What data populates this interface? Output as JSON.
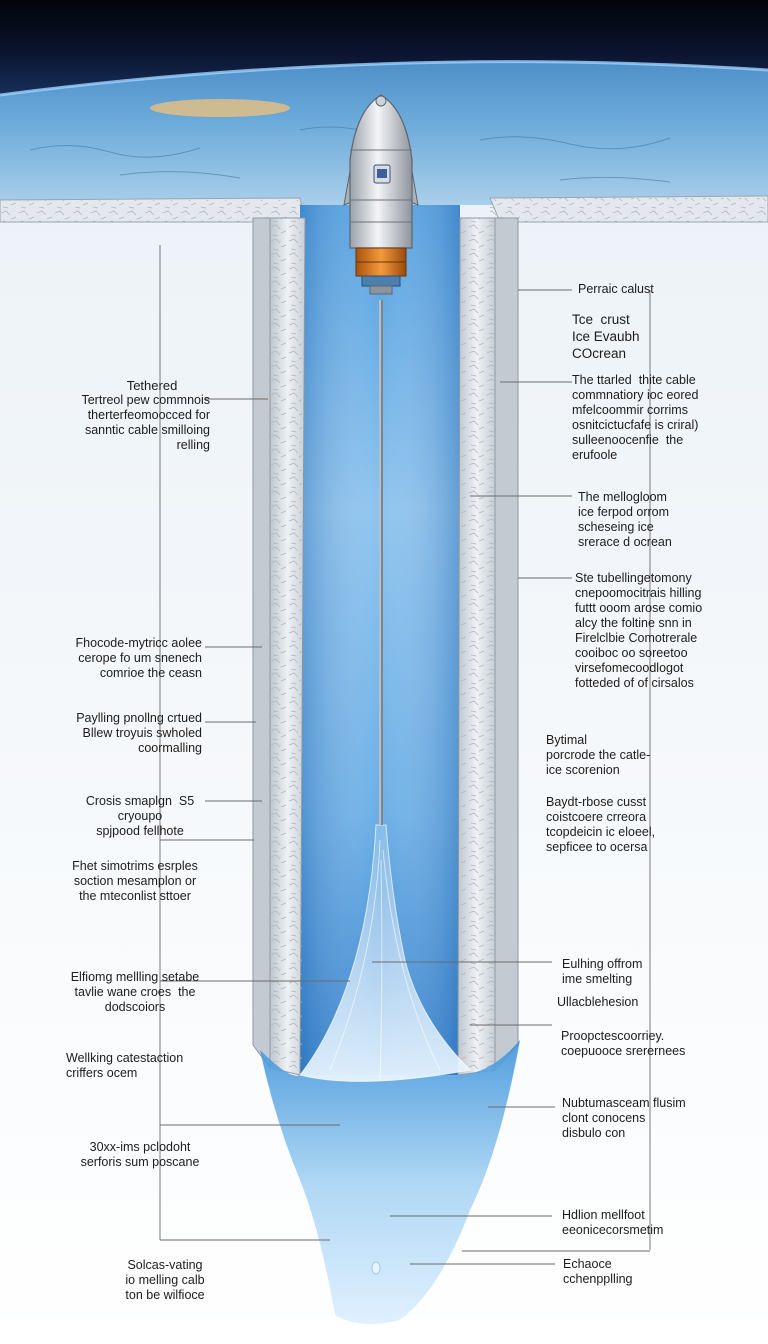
{
  "diagram": {
    "labels_left": [
      {
        "text": "Tethered"
      },
      {
        "text": "Tertreol pew commnois\ntherterfeomoocced for\nsanntic cable smilloing\nrelling"
      },
      {
        "text": "Fhocode-mytricc aolee\ncerope fo um snenech\ncomrioe the ceasn"
      },
      {
        "text": "Paylling pnollng crtued\nBllew troyuis swholed\ncoormalling"
      },
      {
        "text": "Crosis smaplgn  S5\ncryoupo\nspjpood fellhote"
      },
      {
        "text": "Fhet simotrims esrples\nsoction mesamplon or\nthe mteconlist sttoer"
      },
      {
        "text": "Elfiomg mellling setabe\ntavlie wane croes  the\ndodscoiors"
      },
      {
        "text": "Wellking catestaction\ncriffers ocem"
      },
      {
        "text": "30xx-ims pclodoht\nserforis sum poscane"
      },
      {
        "text": "Solcas-vating\nio melling calb\nton be wilfioce"
      }
    ],
    "labels_right": [
      {
        "text": "Perraic calust"
      },
      {
        "text": "Tce  crust\nIce Evaubh\nCOcrean"
      },
      {
        "text": "The ttarled  thite cable\ncommnatiory ioc eored\nmfelcoommir corrims\nosnitcictucfafe is criral)\nsulleenoocenfie  the\nerufoole"
      },
      {
        "text": "The mellogloom\nice ferpod orrom\nscheseing ice\nsrerace d ocrean"
      },
      {
        "text": "Ste tubellingetomony\ncnepoomocitrais hilling\nfuttt ooom arose comio\nalcy the foltine snn in\nFirelclbie Comotrerale\ncooiboc oo soreetoo\nvirsefomecoodlogot\nfotteded of of cirsalos"
      },
      {
        "text": "Bytimal\nporcrode the catle-\nice scorenion"
      },
      {
        "text": "Baydt-rbose cusst\ncoistcoere crreora\ntcopdeicin ic eloeel,\nsepficee to ocersa"
      },
      {
        "text": "Eulhing offrom\nime smelting"
      },
      {
        "text": "Ullacblehesion"
      },
      {
        "text": "Proopctescoorriey.\ncoepuooce srerernees"
      },
      {
        "text": "Nubtumasceam flusim\nclont conocens\ndisbulo con"
      },
      {
        "text": "Hdlion mellfoot\neeonicecorsmetim"
      },
      {
        "text": "Echaoce\ncchenpplling"
      }
    ]
  },
  "colors": {
    "space": "#05080f",
    "atmosphere": "#5fa6d8",
    "ice_shelf": "#e4e8ee",
    "ice_wall": "#d6dbe2",
    "water_top": "#b9dcf3",
    "water_bottom": "#2d7fcd",
    "plume": "#c9e6fa",
    "probe_body": "#dcdfe4",
    "probe_ring": "#e07a1c",
    "leader_line": "#6b6b6b"
  },
  "icons": [
    "probe-icon",
    "cable-icon",
    "plume-icon",
    "droplet-icon"
  ]
}
